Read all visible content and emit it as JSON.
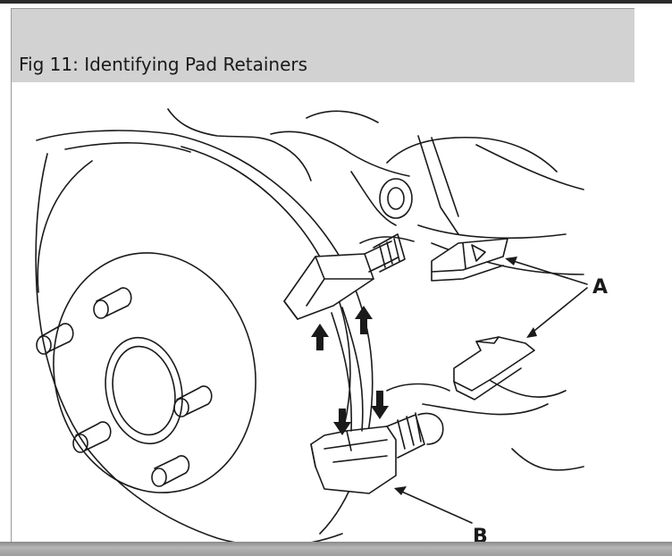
{
  "caption": {
    "title": "Fig 11: Identifying Pad Retainers"
  },
  "diagram": {
    "callouts": [
      {
        "label": "A"
      },
      {
        "label": "B"
      }
    ],
    "line_color": "#1a1a1a",
    "background_color": "#ffffff",
    "caption_bar_color": "#d2d2d2"
  }
}
